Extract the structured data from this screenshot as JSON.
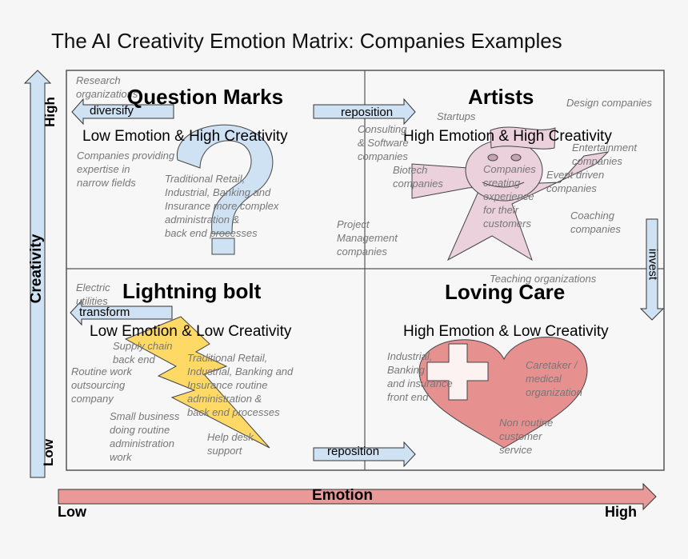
{
  "title": "The AI Creativity Emotion Matrix: Companies Examples",
  "axes": {
    "y_label": "Creativity",
    "y_high": "High",
    "y_low": "Low",
    "x_label": "Emotion",
    "x_low": "Low",
    "x_high": "High"
  },
  "colors": {
    "blue_fill": "#cfe2f3",
    "red_fill": "#ea9999",
    "pink_fill": "#ead1dc",
    "yellow_fill": "#ffd966",
    "heart": "#e69090"
  },
  "quadrants": {
    "question_marks": {
      "title": "Question Marks",
      "subtitle": "Low Emotion & High Creativity",
      "icon": "question-mark-icon",
      "notes": [
        "Research\norganizations",
        "Companies providing\nexpertise in\nnarrow fields",
        "Traditional Retail,\nIndustrial, Banking and\nInsurance more complex\nadministration &\nback end processes"
      ]
    },
    "artists": {
      "title": "Artists",
      "subtitle": "High Emotion & High Creativity",
      "icon": "star-figure-icon",
      "notes": [
        "Design companies",
        "Startups",
        "Consulting\n& Software\ncompanies",
        "Entertainment\ncompanies",
        "Biotech\ncompanies",
        "Companies\ncreating\nexperience\nfor their\ncustomers",
        "Event driven\ncompanies",
        "Coaching\ncompanies",
        "Project\nManagement\ncompanies"
      ]
    },
    "lightning_bolt": {
      "title": "Lightning bolt",
      "subtitle": "Low Emotion & Low Creativity",
      "icon": "lightning-bolt-icon",
      "notes": [
        "Electric\nutilities",
        "Supply chain\nback end",
        "Routine work\noutsourcing\ncompany",
        "Traditional Retail,\nIndustrial, Banking and\nInsurance routine\nadministration &\nback end processes",
        "Small business\ndoing routine\nadministration\nwork",
        "Help desk\nsupport"
      ]
    },
    "loving_care": {
      "title": "Loving Care",
      "subtitle": "High Emotion & Low Creativity",
      "icon": "heart-cross-icon",
      "notes": [
        "Teaching organizations",
        "Industrial,\nBanking\nand insurance\nfront end",
        "Caretaker /\nmedical\norganization",
        "Non routine\ncustomer\nservice"
      ]
    }
  },
  "arrows": {
    "diversify": "diversify",
    "reposition_top": "reposition",
    "invest": "invest",
    "transform": "transform",
    "reposition_bottom": "reposition"
  }
}
